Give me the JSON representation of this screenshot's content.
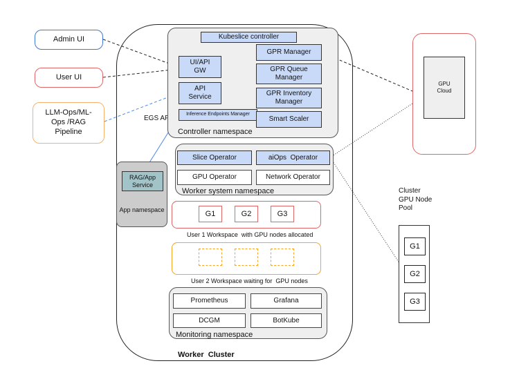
{
  "external": {
    "admin_ui": "Admin UI",
    "user_ui": "User UI",
    "pipeline": "LLM-Ops/ML-Ops /RAG Pipeline",
    "egs_api": "EGS API"
  },
  "controller": {
    "kubeslice": "Kubeslice controller",
    "gpr_manager": "GPR Manager",
    "ui_api_gw": "UI/API GW",
    "gpr_queue_manager": "GPR Queue Manager",
    "api_service": "API Service",
    "gpr_inventory_manager": "GPR Inventory Manager",
    "inference_endpoints_manager": "Inference Endpoints Manager",
    "smart_scaler": "Smart Scaler",
    "label": "Controller namespace"
  },
  "app": {
    "rag_service": "RAG/App Service",
    "label": "App namespace"
  },
  "worker_system": {
    "slice_operator": "Slice Operator",
    "aiops_operator": "aiOps  Operator",
    "gpu_operator": "GPU Operator",
    "network_operator": "Network Operator",
    "label": "Worker system namespace"
  },
  "user1": {
    "nodes": [
      "G1",
      "G2",
      "G3"
    ],
    "label": "User 1 Workspace  with GPU nodes allocated"
  },
  "user2": {
    "label": "User 2 Workspace waiting for  GPU nodes"
  },
  "monitoring": {
    "prometheus": "Prometheus",
    "grafana": "Grafana",
    "dcgm": "DCGM",
    "botkube": "BotKube",
    "label": "Monitoring namespace"
  },
  "worker_cluster_label": "Worker  Cluster",
  "gpu_cloud": "GPU Cloud",
  "pool": {
    "label": "Cluster GPU Node Pool",
    "nodes": [
      "G1",
      "G2",
      "G3"
    ]
  },
  "colors": {
    "admin_border": "#3c78d8",
    "user_border": "#e06666",
    "pipeline_border": "#f6b26b",
    "cloud_border": "#e06666",
    "blue_fill": "#c9daf8",
    "app_fill": "#cccccc",
    "rag_fill": "#a2c4c9",
    "user2_border": "#f6a326"
  }
}
